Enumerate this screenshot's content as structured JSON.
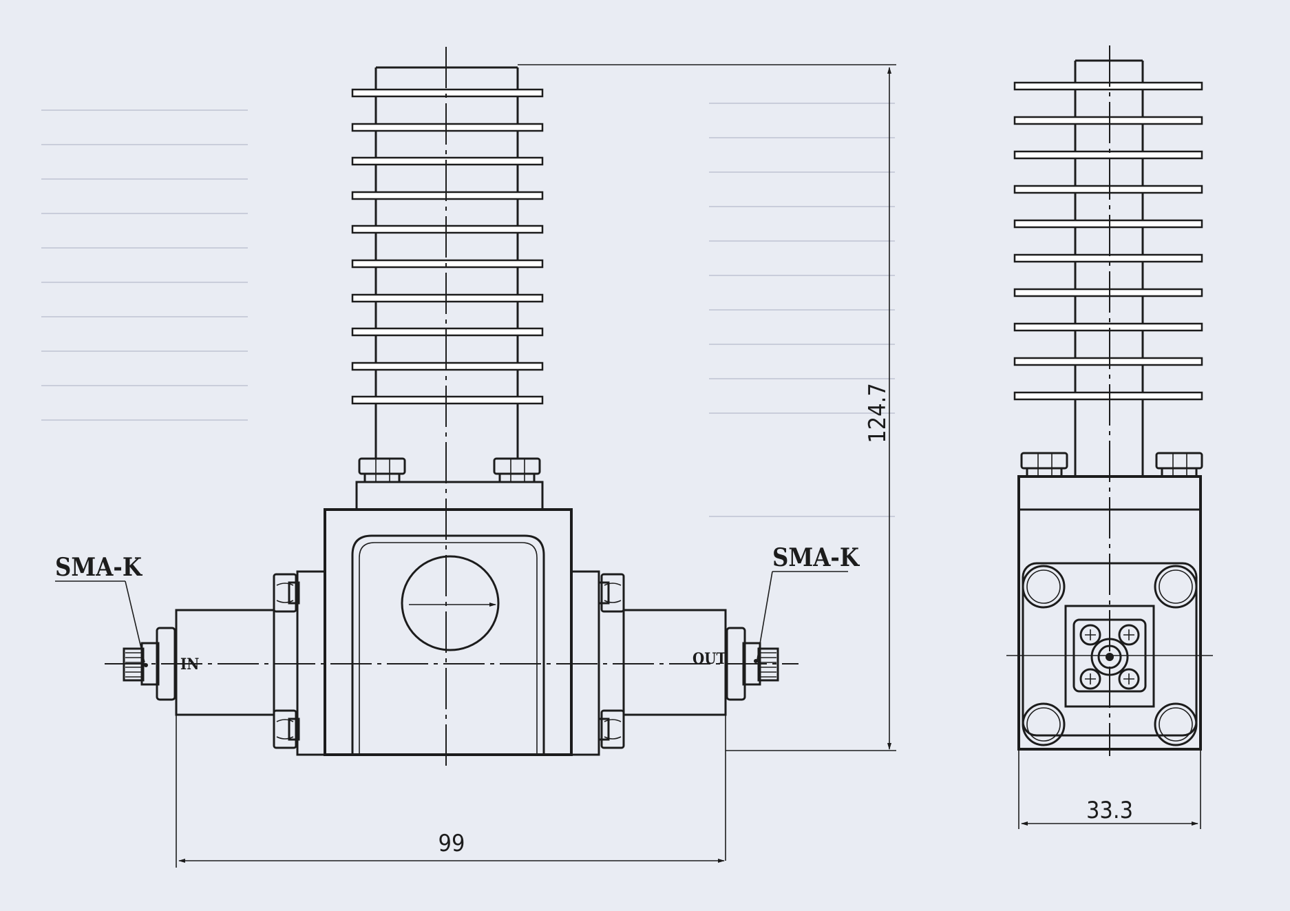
{
  "labels": {
    "connector_left": "SMA-K",
    "connector_right": "SMA-K",
    "port_in": "IN",
    "port_out": "OUT"
  },
  "dimensions": {
    "width_front": "99",
    "height_total": "124.7",
    "width_side": "33.3"
  },
  "colors": {
    "paper": "#e9ecf3",
    "line": "#1c1c1c"
  }
}
